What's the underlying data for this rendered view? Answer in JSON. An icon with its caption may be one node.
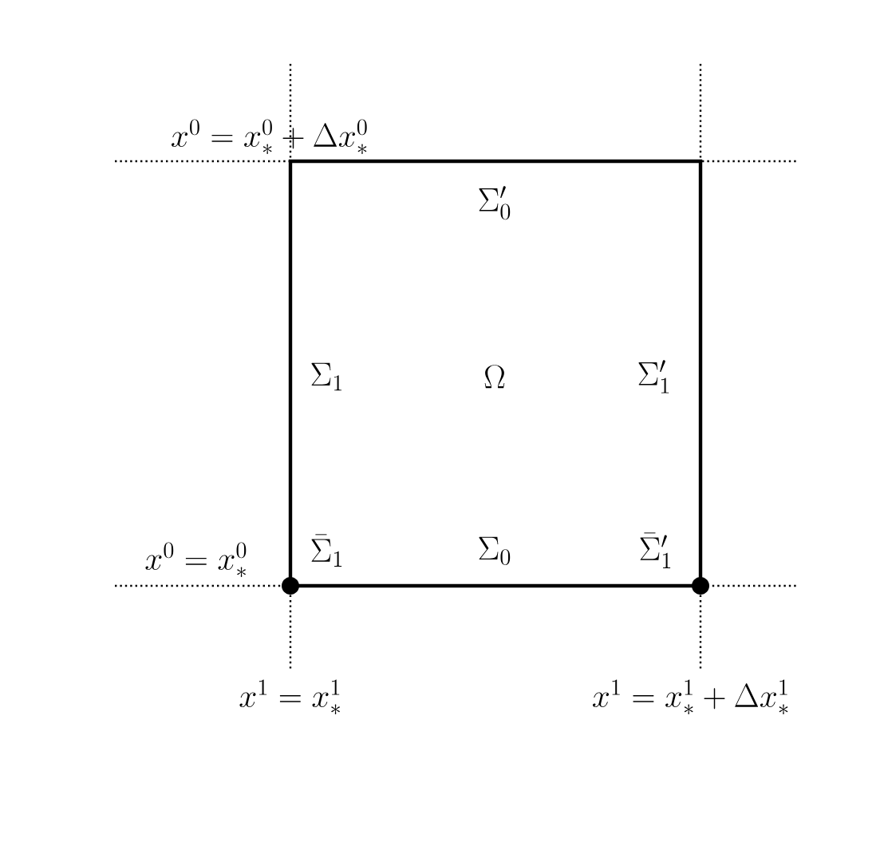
{
  "diagram": {
    "nodes": [
      {
        "text": [
          "\\Sigma_0'",
          "\\Sigma_1",
          "\\Omega",
          "\\Sigma_1'",
          "\\bar{\\Sigma}_1",
          "\\Sigma_0",
          "\\bar{\\Sigma}_1'"
        ]
      }
    ],
    "labels": [
      "x^0 = x^0_* + \\Delta x^0_*",
      "x^0 = x^0_*",
      "x^1 = x^1_*",
      "x^1 = x^1_* + \\Delta x^1_*"
    ]
  }
}
